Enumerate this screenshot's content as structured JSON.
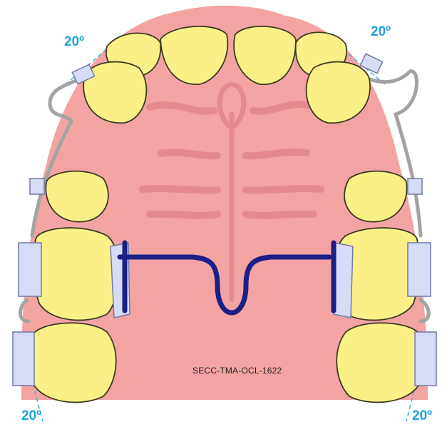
{
  "figure": {
    "reference_code": "SECC-TMA-OCL-1622",
    "angle_labels": {
      "top_left": "20º",
      "top_right": "20º",
      "bottom_left": "20º",
      "bottom_right": "20º"
    }
  },
  "colors": {
    "background": "#ffffff",
    "palate": "#f4a3a3",
    "palate_rugae": "#e48a8e",
    "tooth_fill": "#fbf087",
    "tooth_outline": "#3a3a22",
    "band": "#d6dcf5",
    "band_outline": "#6f7aa8",
    "wire": "#a3a3a3",
    "palatal_bar": "#1b1f86",
    "angle_text": "#1ea3d8",
    "guide_line": "#39b4e0"
  }
}
